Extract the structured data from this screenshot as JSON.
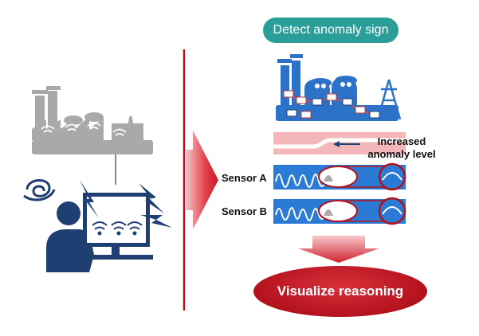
{
  "header": {
    "detect_label": "Detect anomaly sign"
  },
  "anomaly": {
    "line1": "Increased",
    "line2": "anomaly level"
  },
  "sensors": [
    {
      "label": "Sensor A"
    },
    {
      "label": "Sensor B"
    }
  ],
  "footer": {
    "visualize_label": "Visualize reasoning"
  },
  "colors": {
    "teal": "#2a9e98",
    "factory_gray": "#a9a9a9",
    "factory_blue": "#2b72c8",
    "navy": "#1f3f73",
    "red": "#b3121d",
    "pink": "#f3b7b9",
    "sensor_blue": "#2a7ad6"
  }
}
